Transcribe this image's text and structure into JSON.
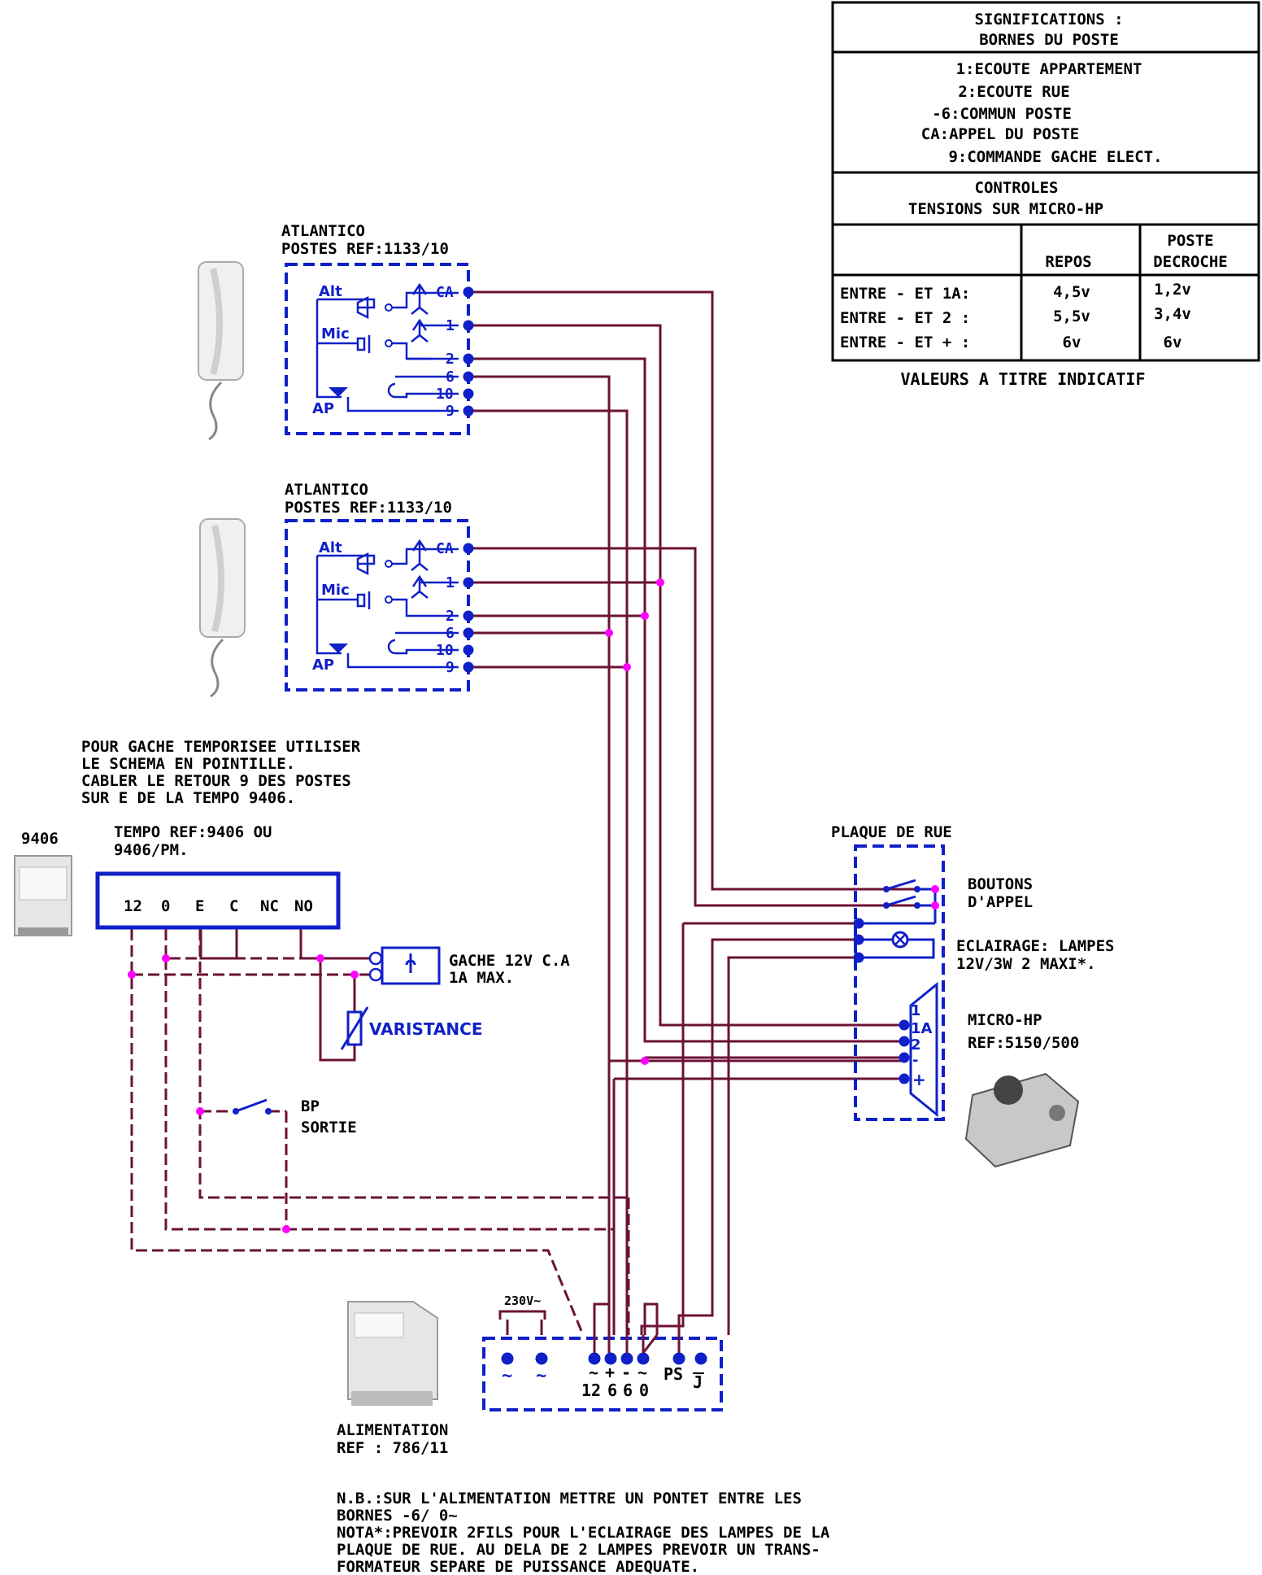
{
  "legend": {
    "title_line1": "SIGNIFICATIONS :",
    "title_line2": "BORNES DU POSTE",
    "items": [
      "1:ECOUTE APPARTEMENT",
      "2:ECOUTE RUE",
      "-6:COMMUN POSTE",
      "CA:APPEL DU POSTE",
      "9:COMMANDE GACHE ELECT."
    ],
    "controls_line1": "CONTROLES",
    "controls_line2": "TENSIONS SUR MICRO-HP",
    "col_repos": "REPOS",
    "col_poste_line1": "POSTE",
    "col_poste_line2": "DECROCHE",
    "rows": [
      {
        "label": "ENTRE - ET 1A:",
        "repos": "4,5v",
        "decroche": "1,2v"
      },
      {
        "label": "ENTRE - ET 2 :",
        "repos": "5,5v",
        "decroche": "3,4v"
      },
      {
        "label": "ENTRE - ET + :",
        "repos": "6v",
        "decroche": "6v"
      }
    ],
    "note": "VALEURS A TITRE INDICATIF"
  },
  "poste1": {
    "title_line1": "ATLANTICO",
    "title_line2": "POSTES REF:1133/10"
  },
  "poste2": {
    "title_line1": "ATLANTICO",
    "title_line2": "POSTES REF:1133/10"
  },
  "poste_labels": {
    "alt": "Alt",
    "mic": "Mic",
    "ap": "AP",
    "terminals": [
      "CA",
      "1",
      "2",
      "6",
      "10",
      "9"
    ]
  },
  "tempo_note": [
    "POUR GACHE TEMPORISEE UTILISER",
    "LE SCHEMA EN POINTILLE.",
    "CABLER LE RETOUR 9 DES POSTES",
    "SUR E DE LA TEMPO 9406."
  ],
  "tempo": {
    "photo_label": "9406",
    "title_line1": "TEMPO REF:9406 OU",
    "title_line2": "9406/PM.",
    "terminals": [
      "12",
      "0",
      "E",
      "C",
      "NC",
      "NO"
    ]
  },
  "gache": {
    "line1": "GACHE 12V C.A",
    "line2": "1A MAX."
  },
  "varistance": "VARISTANCE",
  "bp": {
    "line1": "BP",
    "line2": "SORTIE"
  },
  "plaque": {
    "title": "PLAQUE DE RUE",
    "boutons_line1": "BOUTONS",
    "boutons_line2": "D'APPEL",
    "eclairage_line1": "ECLAIRAGE: LAMPES",
    "eclairage_line2": "12V/3W 2 MAXI*.",
    "micro_line1": "MICRO-HP",
    "micro_line2": "REF:5150/500",
    "micro_terminals": [
      "1",
      "1A",
      "2",
      "-",
      "+"
    ]
  },
  "alimentation": {
    "mains_label": "230V~",
    "title_line1": "ALIMENTATION",
    "title_line2": "REF : 786/11",
    "terminal_symbols": [
      "~",
      "~",
      "~",
      "+",
      "-",
      "~",
      "PS",
      "J"
    ],
    "terminal_numbers": [
      "12",
      "6",
      "6",
      "0"
    ]
  },
  "footer": [
    "N.B.:SUR L'ALIMENTATION METTRE UN PONTET ENTRE LES",
    "BORNES -6/ 0~",
    "NOTA*:PREVOIR 2FILS POUR L'ECLAIRAGE DES LAMPES DE LA",
    "PLAQUE DE RUE. AU DELA DE 2 LAMPES PREVOIR UN  TRANS-",
    "FORMATEUR SEPARE DE PUISSANCE ADEQUATE."
  ]
}
